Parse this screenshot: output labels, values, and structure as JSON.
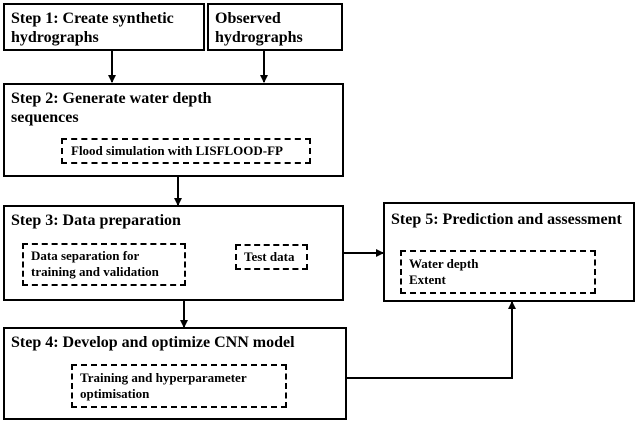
{
  "steps": {
    "step1": {
      "title": "Step 1: Create synthetic\nhydrographs"
    },
    "observed": {
      "title": "Observed\nhydrographs"
    },
    "step2": {
      "title": "Step 2: Generate water depth\nsequences",
      "sub": "Flood simulation with LISFLOOD-FP"
    },
    "step3": {
      "title": "Step 3: Data preparation",
      "sub_a": "Data separation for\ntraining and validation",
      "sub_b": "Test data"
    },
    "step4": {
      "title": "Step 4: Develop and optimize CNN model",
      "sub": "Training and hyperparameter\noptimisation"
    },
    "step5": {
      "title": "Step 5: Prediction and assessment",
      "sub": "Water depth\nExtent"
    }
  },
  "colors": {
    "line": "#000000",
    "background": "#ffffff"
  }
}
